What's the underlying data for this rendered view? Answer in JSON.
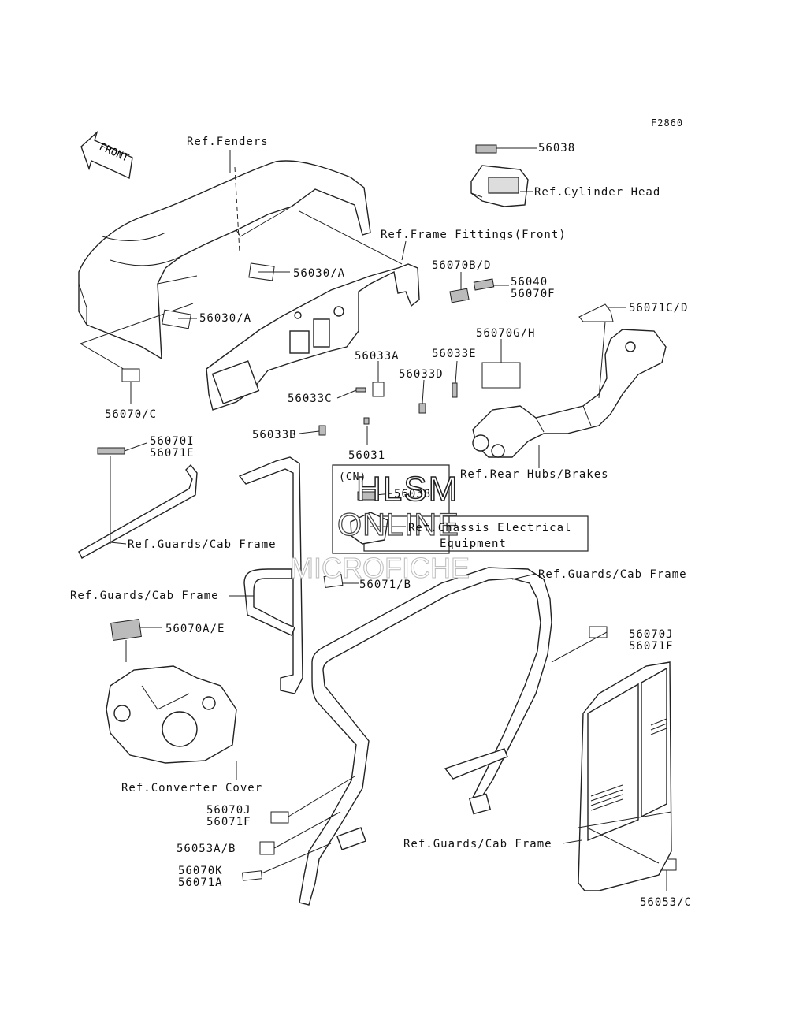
{
  "figure_code": "F2860",
  "front_arrow": "FRONT",
  "watermark": {
    "line1": "HLSM",
    "line2": "ONLINE",
    "line3": "MICROFICHE"
  },
  "inset_region": "(CN)",
  "labels": {
    "ref_fenders": "Ref.Fenders",
    "p56038_top": "56038",
    "ref_cylinder_head": "Ref.Cylinder Head",
    "ref_frame_fittings": "Ref.Frame Fittings(Front)",
    "p56070bd": "56070B/D",
    "p56040": "56040",
    "p56070f": "56070F",
    "p56071cd": "56071C/D",
    "p56030a_1": "56030/A",
    "p56030a_2": "56030/A",
    "p56070gh": "56070G/H",
    "p56033a": "56033A",
    "p56033e": "56033E",
    "p56033d": "56033D",
    "p56033c": "56033C",
    "p56070c": "56070/C",
    "p56033b": "56033B",
    "p56031": "56031",
    "p56070i": "56070I",
    "p56071e": "56071E",
    "ref_rear_hubs": "Ref.Rear Hubs/Brakes",
    "p56038_inset": "56038",
    "ref_chassis_1": "Ref.Chassis Electrical",
    "ref_chassis_2": "Equipment",
    "ref_guards_1": "Ref.Guards/Cab Frame",
    "ref_guards_2": "Ref.Guards/Cab Frame",
    "ref_guards_3": "Ref.Guards/Cab Frame",
    "ref_guards_4": "Ref.Guards/Cab Frame",
    "p56071b": "56071/B",
    "p56070ae": "56070A/E",
    "p56070j_r": "56070J",
    "p56071f_r": "56071F",
    "ref_converter": "Ref.Converter Cover",
    "p56070j_l": "56070J",
    "p56071f_l": "56071F",
    "p56053ab": "56053A/B",
    "p56070k": "56070K",
    "p56071a": "56071A",
    "p56053c": "56053/C"
  }
}
